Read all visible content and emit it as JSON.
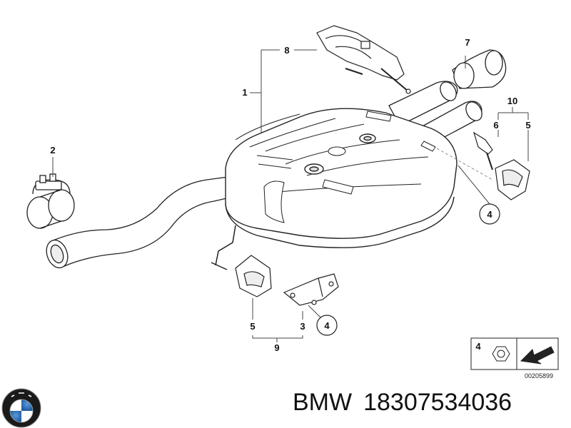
{
  "diagram": {
    "callouts": {
      "c1": "1",
      "c2": "2",
      "c3": "3",
      "c4a": "4",
      "c4b": "4",
      "c4c": "4",
      "c5a": "5",
      "c5b": "5",
      "c6": "6",
      "c7": "7",
      "c8": "8",
      "c9": "9",
      "c10": "10"
    },
    "legend_code": "00205899"
  },
  "caption": {
    "brand": "BMW",
    "part_number": "18307534036"
  },
  "logo": {
    "text": "BMW",
    "colors": {
      "ring": "#1a1a1a",
      "blue": "#2f6fb3",
      "white": "#ffffff"
    }
  }
}
